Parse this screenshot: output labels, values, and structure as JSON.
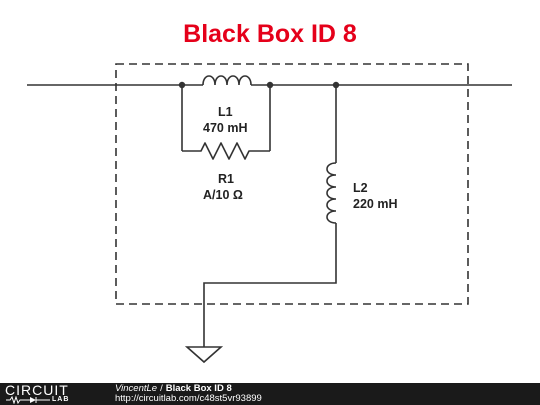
{
  "title": "Black Box ID 8",
  "components": {
    "L1": {
      "designator": "L1",
      "value": "470 mH"
    },
    "R1": {
      "designator": "R1",
      "value": "A/10 Ω"
    },
    "L2": {
      "designator": "L2",
      "value": "220 mH"
    }
  },
  "footer": {
    "logo_top": "CIRCUIT",
    "logo_bottom": "LAB",
    "author": "VincentLe",
    "separator": "/",
    "project": "Black Box ID 8",
    "url": "http://circuitlab.com/c48st5vr93899"
  },
  "colors": {
    "title": "#e5001a",
    "wire": "#333333",
    "footer_bg": "#1a1a1a"
  }
}
